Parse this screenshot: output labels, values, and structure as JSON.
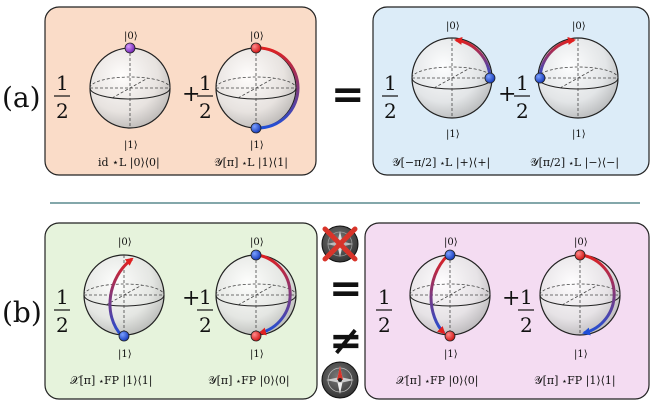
{
  "panel_a": {
    "label": "(a)",
    "coef": "1",
    "coef_den": "2",
    "plus": "+",
    "equals": "=",
    "ket0": "|0⟩",
    "ket1": "|1⟩",
    "left_caption_1": "id ⋆L |0⟩⟨0|",
    "left_caption_2": "𝒴[π] ⋆L |1⟩⟨1|",
    "right_caption_1": "𝒴[−π/2] ⋆L |+⟩⟨+|",
    "right_caption_2": "𝒴[π/2] ⋆L |−⟩⟨−|"
  },
  "panel_b": {
    "label": "(b)",
    "coef": "1",
    "coef_den": "2",
    "plus": "+",
    "equals": "=",
    "not_equals": "≠",
    "ket0": "|0⟩",
    "ket1": "|1⟩",
    "left_caption_1": "𝒳[π] ⋆FP |1⟩⟨1|",
    "left_caption_2": "𝒴[π] ⋆FP |0⟩⟨0|",
    "right_caption_1": "𝒳[π] ⋆FP |0⟩⟨0|",
    "right_caption_2": "𝒴[π] ⋆FP |1⟩⟨1|"
  },
  "colors": {
    "panel_a_left": "#fadcc8",
    "panel_a_right": "#dcecf8",
    "panel_b_left": "#e6f3dc",
    "panel_b_right": "#f4dcf2",
    "divider": "#5a8a8e",
    "red": "#e02020",
    "blue": "#1f4fd8",
    "purple": "#8a3fc8",
    "cross": "#d8342a"
  }
}
